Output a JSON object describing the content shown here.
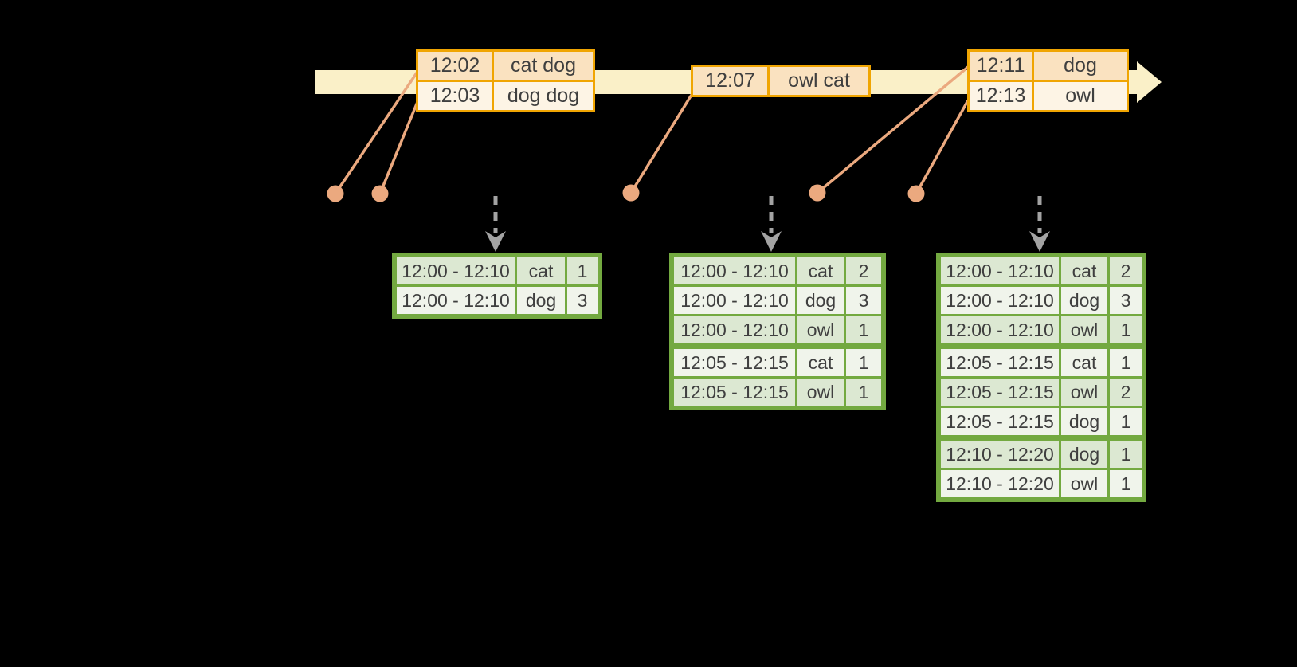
{
  "diagram": {
    "kind": "windowed-grouped-aggregation-timeline",
    "colors": {
      "background": "#000000",
      "timeline_arrow": "#FAF0C8",
      "event_table_border": "#F0A502",
      "event_row_dark": "#FAE2C0",
      "event_row_light": "#FDF4E5",
      "connector_and_dots": "#EBA97F",
      "trigger_arrow_gray": "#A3A3A3",
      "result_table_border": "#73A940",
      "result_row_dark": "#DCE8D2",
      "result_row_light": "#F0F4EB",
      "text": "#3F3F3F"
    }
  },
  "event_tables": [
    {
      "rows": [
        {
          "time": "12:02",
          "words": "cat dog"
        },
        {
          "time": "12:03",
          "words": "dog dog"
        }
      ]
    },
    {
      "rows": [
        {
          "time": "12:07",
          "words": "owl cat"
        }
      ]
    },
    {
      "rows": [
        {
          "time": "12:11",
          "words": "dog"
        },
        {
          "time": "12:13",
          "words": "owl"
        }
      ]
    }
  ],
  "result_tables": [
    {
      "rows": [
        {
          "window": "12:00 - 12:10",
          "word": "cat",
          "count": "1"
        },
        {
          "window": "12:00 - 12:10",
          "word": "dog",
          "count": "3"
        }
      ]
    },
    {
      "rows": [
        {
          "window": "12:00 - 12:10",
          "word": "cat",
          "count": "2"
        },
        {
          "window": "12:00 - 12:10",
          "word": "dog",
          "count": "3"
        },
        {
          "window": "12:00 - 12:10",
          "word": "owl",
          "count": "1"
        },
        {
          "window": "12:05 - 12:15",
          "word": "cat",
          "count": "1"
        },
        {
          "window": "12:05 - 12:15",
          "word": "owl",
          "count": "1"
        }
      ]
    },
    {
      "rows": [
        {
          "window": "12:00 - 12:10",
          "word": "cat",
          "count": "2"
        },
        {
          "window": "12:00 - 12:10",
          "word": "dog",
          "count": "3"
        },
        {
          "window": "12:00 - 12:10",
          "word": "owl",
          "count": "1"
        },
        {
          "window": "12:05 - 12:15",
          "word": "cat",
          "count": "1"
        },
        {
          "window": "12:05 - 12:15",
          "word": "owl",
          "count": "2"
        },
        {
          "window": "12:05 - 12:15",
          "word": "dog",
          "count": "1"
        },
        {
          "window": "12:10 - 12:20",
          "word": "dog",
          "count": "1"
        },
        {
          "window": "12:10 - 12:20",
          "word": "owl",
          "count": "1"
        }
      ]
    }
  ]
}
